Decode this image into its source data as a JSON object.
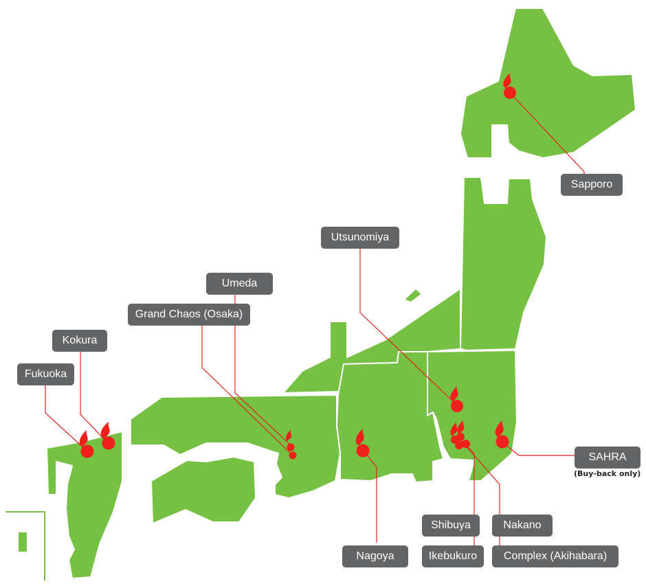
{
  "map": {
    "land_color": "#76c043",
    "marker_color": "#f0201a",
    "label_bg": "#636466",
    "label_text_color": "#ffffff",
    "marker_icon": "flame-icon"
  },
  "stores": [
    {
      "key": "sapporo",
      "label": "Sapporo"
    },
    {
      "key": "utsunomiya",
      "label": "Utsunomiya"
    },
    {
      "key": "umeda",
      "label": "Umeda"
    },
    {
      "key": "grand_chaos",
      "label": "Grand Chaos (Osaka)"
    },
    {
      "key": "kokura",
      "label": "Kokura"
    },
    {
      "key": "fukuoka",
      "label": "Fukuoka"
    },
    {
      "key": "sahra",
      "label": "SAHRA",
      "note": "(Buy-back only)"
    },
    {
      "key": "nagoya",
      "label": "Nagoya"
    },
    {
      "key": "shibuya",
      "label": "Shibuya"
    },
    {
      "key": "ikebukuro",
      "label": "Ikebukuro"
    },
    {
      "key": "nakano",
      "label": "Nakano"
    },
    {
      "key": "complex",
      "label": "Complex (Akihabara)"
    }
  ]
}
